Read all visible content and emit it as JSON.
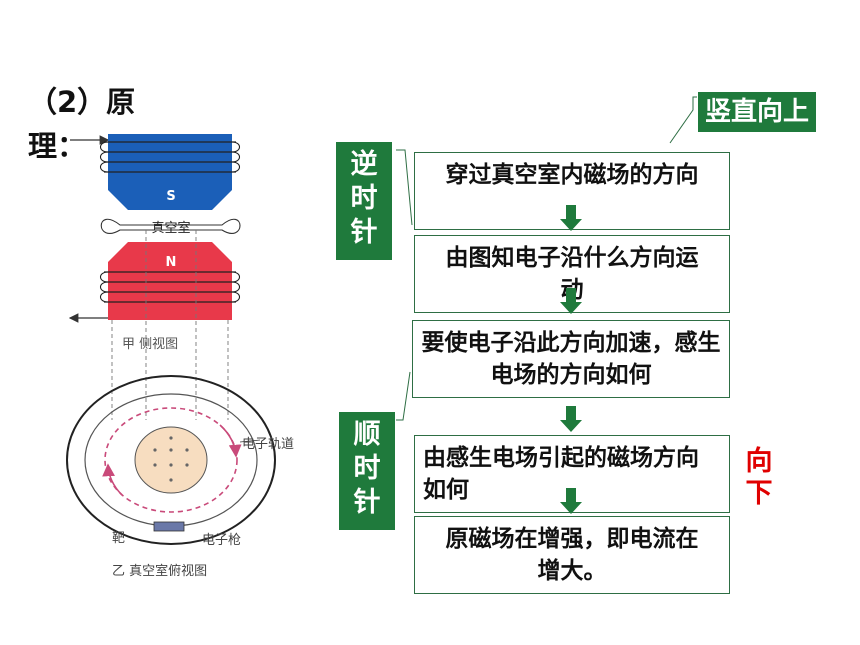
{
  "title": "（2）原理：",
  "diagram": {
    "magnet_s": "S",
    "magnet_n": "N",
    "chamber_label": "真空室",
    "side_view_caption": "甲  侧视图",
    "orbit_label": "电子轨道",
    "target_label": "靶",
    "gun_label": "电子枪",
    "top_view_caption": "乙  真空室俯视图"
  },
  "steps": [
    "穿过真空室内磁场的方向",
    "由图知电子沿什么方向运动",
    "要使电子沿此方向加速，感生电场的方向如何",
    "由感生电场引起的磁场方向如何",
    "原磁场在增强，即电流在增大。"
  ],
  "answers": {
    "vertical_up": "竖直向上",
    "counterclockwise": "逆时针",
    "clockwise": "顺时针",
    "downward": "向下"
  },
  "colors": {
    "accent_green": "#1f7a3c",
    "answer_red": "#e00000",
    "magnet_blue": "#1b5fb8",
    "magnet_red": "#e8394a"
  }
}
